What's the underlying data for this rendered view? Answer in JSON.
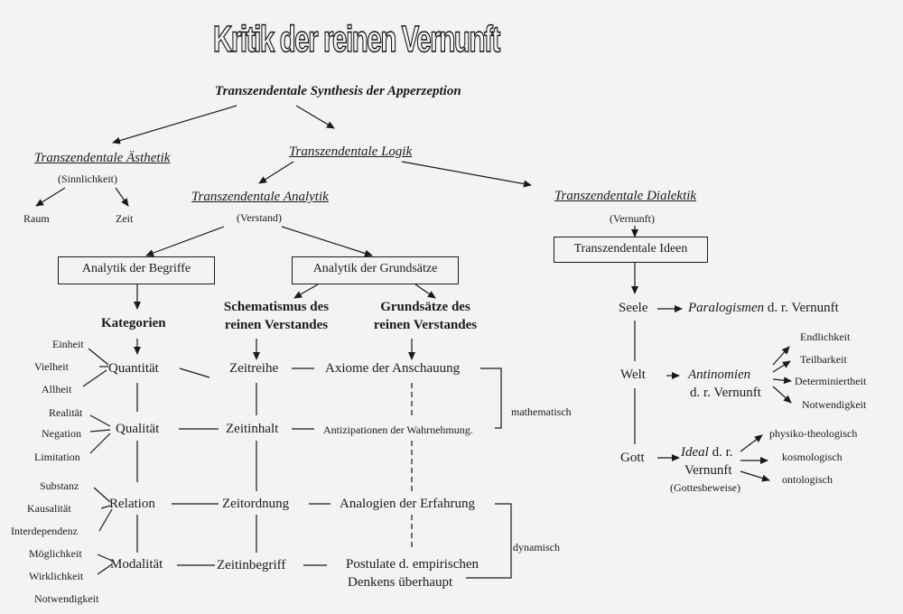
{
  "title": "Kritik der reinen Vernunft",
  "subtitle": "Transzendentale Synthesis der Apperzeption",
  "aesthetik": {
    "label": "Transzendentale Ästhetik",
    "faculty": "(Sinnlichkeit)",
    "raum": "Raum",
    "zeit": "Zeit"
  },
  "logik": {
    "label": "Transzendentale Logik"
  },
  "analytik": {
    "label": "Transzendentale Analytik",
    "faculty": "(Verstand)"
  },
  "dialektik": {
    "label": "Transzendentale Dialektik",
    "faculty": "(Vernunft)",
    "ideen": "Transzendentale Ideen"
  },
  "begriffe": {
    "box": "Analytik der Begriffe",
    "heading": "Kategorien"
  },
  "grundsaetze": {
    "box": "Analytik der Grundsätze"
  },
  "schematismus": {
    "line1": "Schematismus des",
    "line2": "reinen Verstandes"
  },
  "grundsaetze_rv": {
    "line1": "Grundsätze des",
    "line2": "reinen Verstandes"
  },
  "quantitaet": {
    "label": "Quantität",
    "items": [
      "Einheit",
      "Vielheit",
      "Allheit"
    ]
  },
  "qualitaet": {
    "label": "Qualität",
    "items": [
      "Realität",
      "Negation",
      "Limitation"
    ]
  },
  "relation": {
    "label": "Relation",
    "items": [
      "Substanz",
      "Kausalität",
      "Interdependenz"
    ]
  },
  "modalitaet": {
    "label": "Modalität",
    "items": [
      "Möglichkeit",
      "Wirklichkeit",
      "Notwendigkeit"
    ]
  },
  "schemata": [
    "Zeitreihe",
    "Zeitinhalt",
    "Zeitordnung",
    "Zeitinbegriff"
  ],
  "principles": {
    "axiome": "Axiome der Anschauung",
    "antizipationen": "Antizipationen der Wahrnehmung.",
    "analogien": "Analogien der Erfahrung",
    "postulate1": "Postulate d. empirischen",
    "postulate2": "Denkens überhaupt"
  },
  "groups": {
    "mathematisch": "mathematisch",
    "dynamisch": "dynamisch"
  },
  "seele": {
    "label": "Seele",
    "result_it": "Paralogismen",
    "result_rest": " d. r. Vernunft"
  },
  "welt": {
    "label": "Welt",
    "result_it": "Antinomien",
    "result2": "d. r. Vernunft",
    "items": [
      "Endlichkeit",
      "Teilbarkeit",
      "Determiniertheit",
      "Notwendigkeit"
    ]
  },
  "gott": {
    "label": "Gott",
    "result_it": "Ideal",
    "result_rest": " d. r.",
    "result2": "Vernunft",
    "result3": "(Gottesbeweise)",
    "items": [
      "physiko-theologisch",
      "kosmologisch",
      "ontologisch"
    ]
  }
}
